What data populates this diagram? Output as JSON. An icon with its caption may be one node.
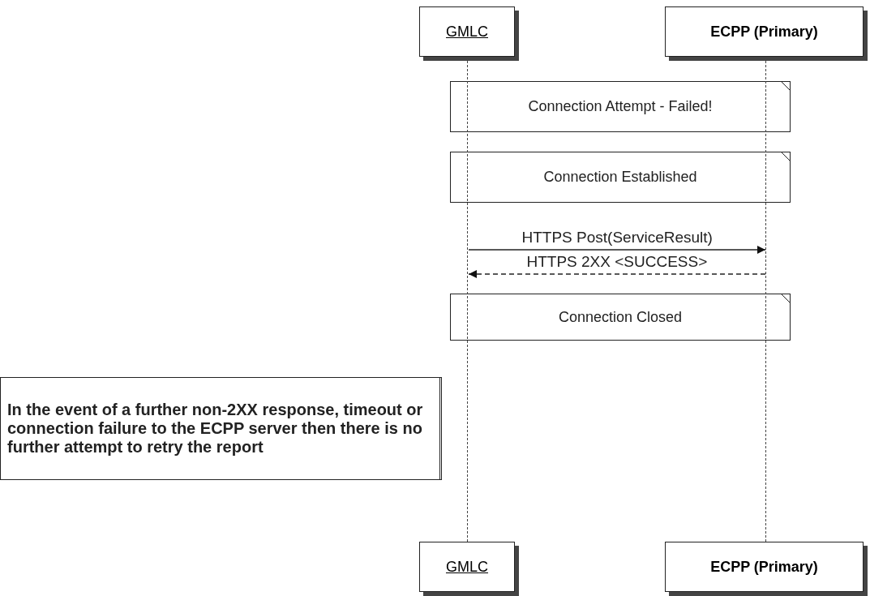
{
  "diagram": {
    "nodes": [
      {
        "text": [
          "GMLC"
        ]
      },
      {
        "text": [
          "ECPP (Primary)"
        ]
      },
      {
        "text": [
          "Connection Attempt - Failed!"
        ]
      },
      {
        "text": [
          "Connection Established"
        ]
      },
      {
        "text": [
          "Connection Closed"
        ]
      },
      {
        "text": [
          "In the event of a further non-2XX response, timeout or connection failure to the ECPP server then there is no further attempt to retry the report"
        ]
      },
      {
        "text": [
          "GMLC"
        ]
      },
      {
        "text": [
          "ECPP (Primary)"
        ]
      },
      {
        "text": [],
        "shape": "line"
      },
      {
        "text": [],
        "shape": "line"
      }
    ],
    "edges": [
      {
        "from": 8,
        "to": 9,
        "arrow": "to",
        "label": "HTTPS Post(ServiceResult)"
      },
      {
        "from": 9,
        "to": 8,
        "arrow": "to",
        "label": "HTTPS 2XX <SUCCESS>",
        "style": "dashed"
      }
    ]
  }
}
